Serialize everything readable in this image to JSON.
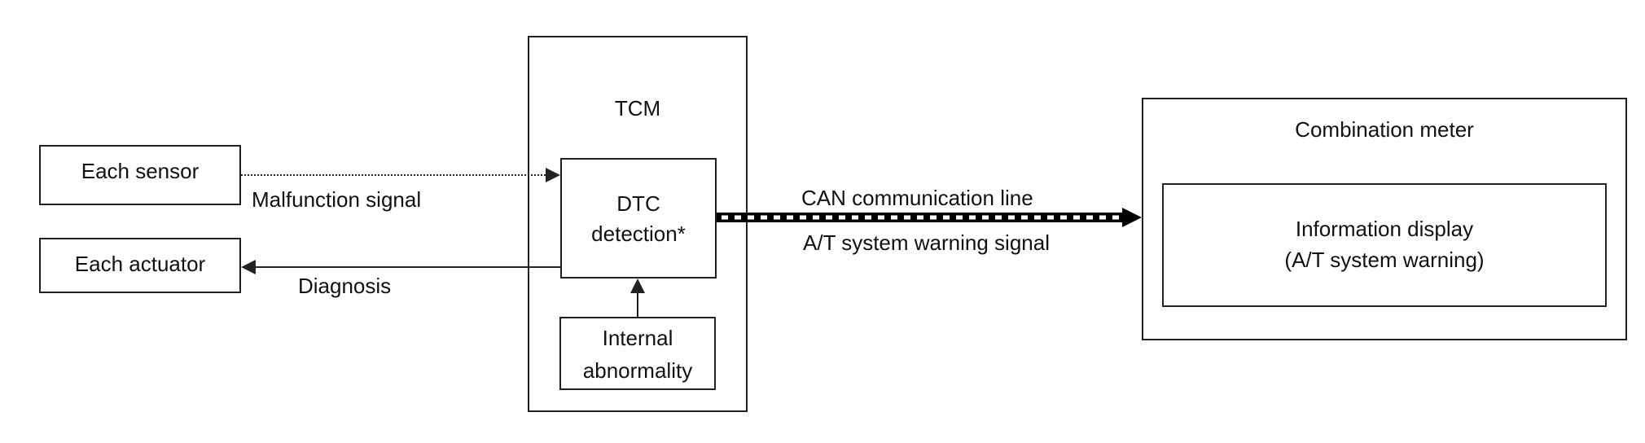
{
  "tcm": {
    "title": "TCM"
  },
  "dtc": {
    "line1": "DTC",
    "line2": "detection*"
  },
  "internal": {
    "line1": "Internal",
    "line2": "abnormality"
  },
  "sensor": {
    "label": "Each sensor"
  },
  "actuator": {
    "label": "Each actuator"
  },
  "combination_meter": {
    "title": "Combination meter",
    "display_line1": "Information display",
    "display_line2": "(A/T system warning)"
  },
  "signals": {
    "malfunction": "Malfunction signal",
    "diagnosis": "Diagnosis",
    "can_line": "CAN communication line",
    "warning_signal": "A/T system warning signal"
  }
}
